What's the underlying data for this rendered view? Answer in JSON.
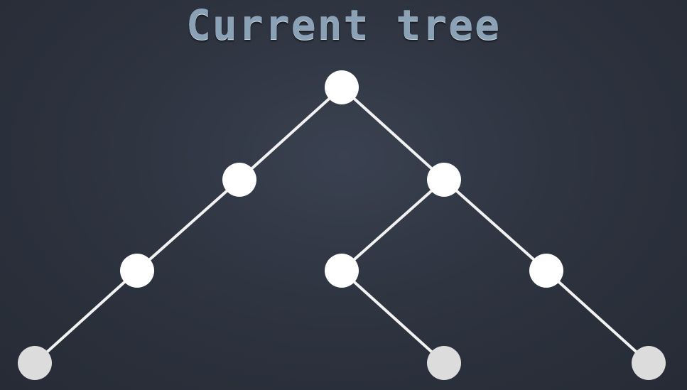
{
  "title": "Current tree",
  "colors": {
    "background": "#2e3440",
    "title": "#8ba2b6",
    "edge": "#f2f2f2",
    "node": "#ffffff",
    "leaf_node": "#dcdcdc"
  },
  "tree": {
    "nodes": [
      {
        "id": "root",
        "leaf": false
      },
      {
        "id": "l",
        "leaf": false
      },
      {
        "id": "r",
        "leaf": false
      },
      {
        "id": "ll",
        "leaf": false
      },
      {
        "id": "rl",
        "leaf": false
      },
      {
        "id": "rr",
        "leaf": false
      },
      {
        "id": "lll",
        "leaf": true
      },
      {
        "id": "rlr",
        "leaf": true
      },
      {
        "id": "rrr",
        "leaf": true
      }
    ],
    "edges": [
      [
        "root",
        "l"
      ],
      [
        "root",
        "r"
      ],
      [
        "l",
        "ll"
      ],
      [
        "ll",
        "lll"
      ],
      [
        "r",
        "rl"
      ],
      [
        "r",
        "rr"
      ],
      [
        "rl",
        "rlr"
      ],
      [
        "rr",
        "rrr"
      ]
    ]
  }
}
